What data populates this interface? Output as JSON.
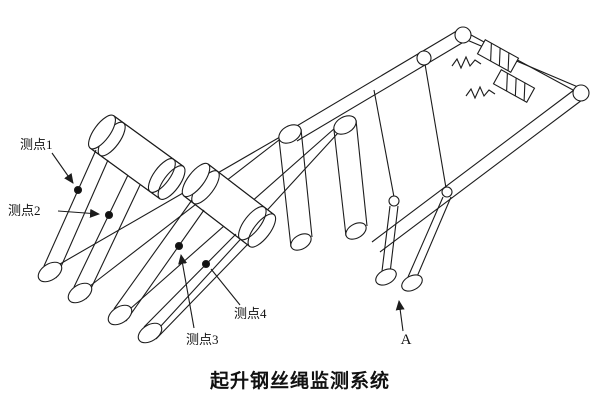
{
  "diagram": {
    "caption": "起升钢丝绳监测系统",
    "labels": {
      "point1": "测点1",
      "point2": "测点2",
      "point3": "测点3",
      "point4": "测点4",
      "view_a": "A"
    },
    "colors": {
      "ink": "#1c1c1c",
      "background": "#ffffff"
    }
  }
}
